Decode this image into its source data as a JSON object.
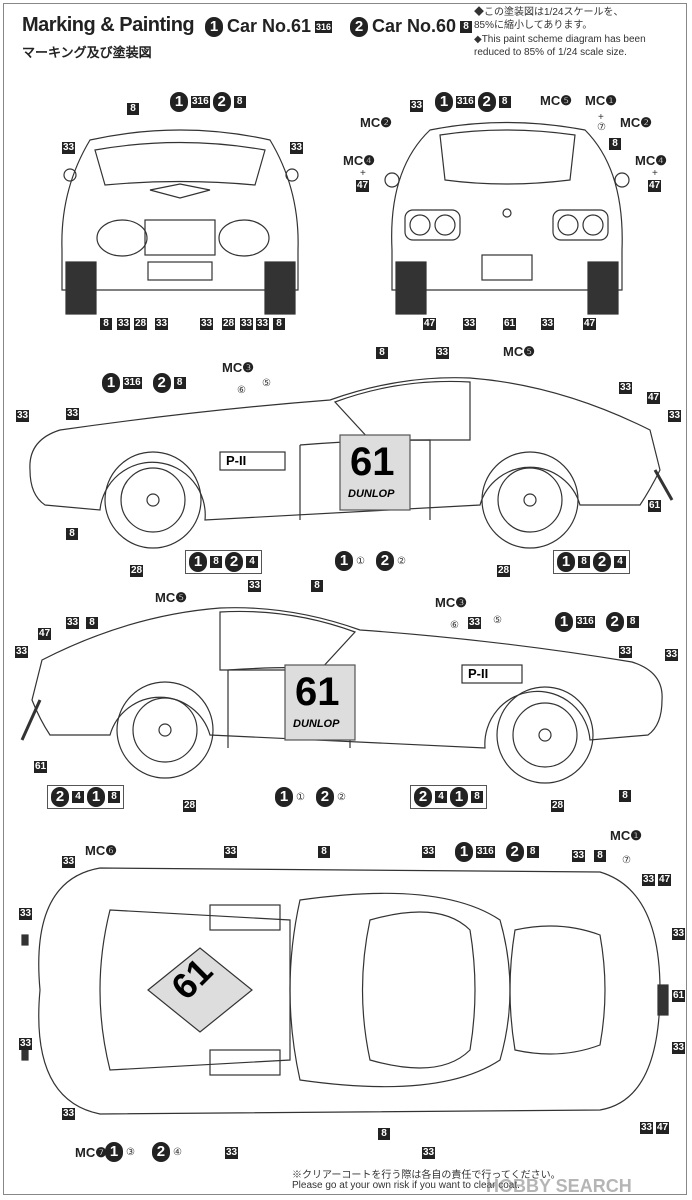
{
  "header": {
    "title": "Marking & Painting",
    "subtitle": "マーキング及び塗装図",
    "cars": [
      {
        "num": "1",
        "label": "Car No.61",
        "code": "316"
      },
      {
        "num": "2",
        "label": "Car No.60",
        "code": "8"
      }
    ],
    "notes": [
      "◆この塗装図は1/24スケールを、",
      "85%に縮小してあります。",
      "◆This paint scheme diagram has been",
      "reduced to 85% of 1/24 scale size."
    ]
  },
  "colors": {
    "badge": "#222222",
    "line": "#333333",
    "paper": "#ffffff",
    "decal_bg": "#c8c8c8"
  },
  "decals": {
    "number": "61",
    "brand": "DUNLOP",
    "plate": "P-II"
  },
  "front": [
    "8",
    "33",
    "33",
    "8",
    "33",
    "28",
    "33",
    "33",
    "28",
    "33",
    "33",
    "8"
  ],
  "rear": [
    "33",
    "MC❺",
    "MC❶",
    "⑦",
    "8",
    "MC❷",
    "MC❷",
    "MC❹",
    "47",
    "MC❹",
    "47",
    "47",
    "33",
    "61",
    "33",
    "47"
  ],
  "side1": [
    "MC❸",
    "⑥",
    "⑤",
    "8",
    "33",
    "MC❺",
    "33",
    "33",
    "33",
    "47",
    "33",
    "61",
    "8",
    "28",
    "28"
  ],
  "side2": [
    "MC❺",
    "33",
    "8",
    "MC❸",
    "⑥",
    "33",
    "⑤",
    "47",
    "33",
    "8",
    "33",
    "33",
    "33",
    "61",
    "28",
    "28",
    "8"
  ],
  "top": [
    "33",
    "MC❻",
    "33",
    "8",
    "33",
    "33",
    "8",
    "MC❶",
    "⑦",
    "33",
    "47",
    "33",
    "33",
    "33",
    "61",
    "33",
    "33",
    "MC❼",
    "33",
    "8",
    "33",
    "33",
    "47"
  ],
  "combo": {
    "a": "316",
    "b": "8",
    "c": "4",
    "d": "①",
    "e": "②",
    "f": "③",
    "g": "④"
  },
  "footer": {
    "jp": "※クリアーコートを行う際は各自の責任で行ってください。",
    "en": "Please go at your own risk if you want to clear coat."
  },
  "watermark": "HOBBY SEARCH"
}
